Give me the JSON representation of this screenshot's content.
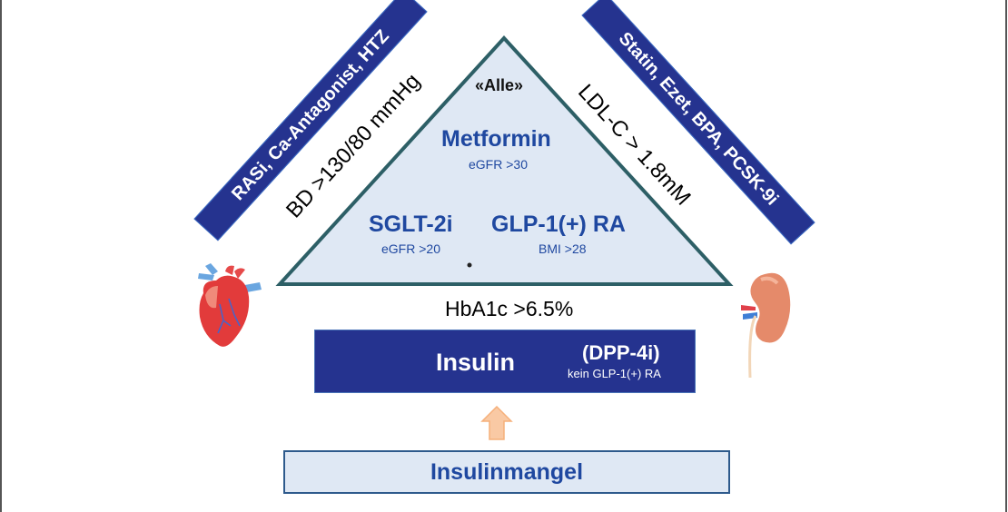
{
  "diagram": {
    "triangle": {
      "top_label": "«Alle»",
      "metformin": {
        "name": "Metformin",
        "condition": "eGFR >30"
      },
      "sglt2": {
        "name": "SGLT-2i",
        "condition": "eGFR >20"
      },
      "glp1": {
        "name": "GLP-1(+) RA",
        "condition": "BMI >28"
      }
    },
    "left_side": {
      "threshold": "BD >130/80 mmHg",
      "band_label": "RASi, Ca-Antagonist, HTZ",
      "organ": "heart"
    },
    "right_side": {
      "threshold": "LDL-C > 1.8mM",
      "band_label": "Statin, Ezet, BPA, PCSK-9i",
      "organ": "kidney"
    },
    "base_threshold": "HbA1c >6.5%",
    "insulin_box": {
      "main": "Insulin",
      "secondary": "(DPP-4i)",
      "note": "kein GLP-1(+) RA"
    },
    "arrow": "up-arrow",
    "bottom_box": "Insulinmangel",
    "colors": {
      "dark_blue": "#25338f",
      "text_blue": "#1f48a0",
      "triangle_fill": "#dfe8f4",
      "triangle_stroke": "#2d5f66",
      "arrow": "#f9c9a4"
    }
  }
}
